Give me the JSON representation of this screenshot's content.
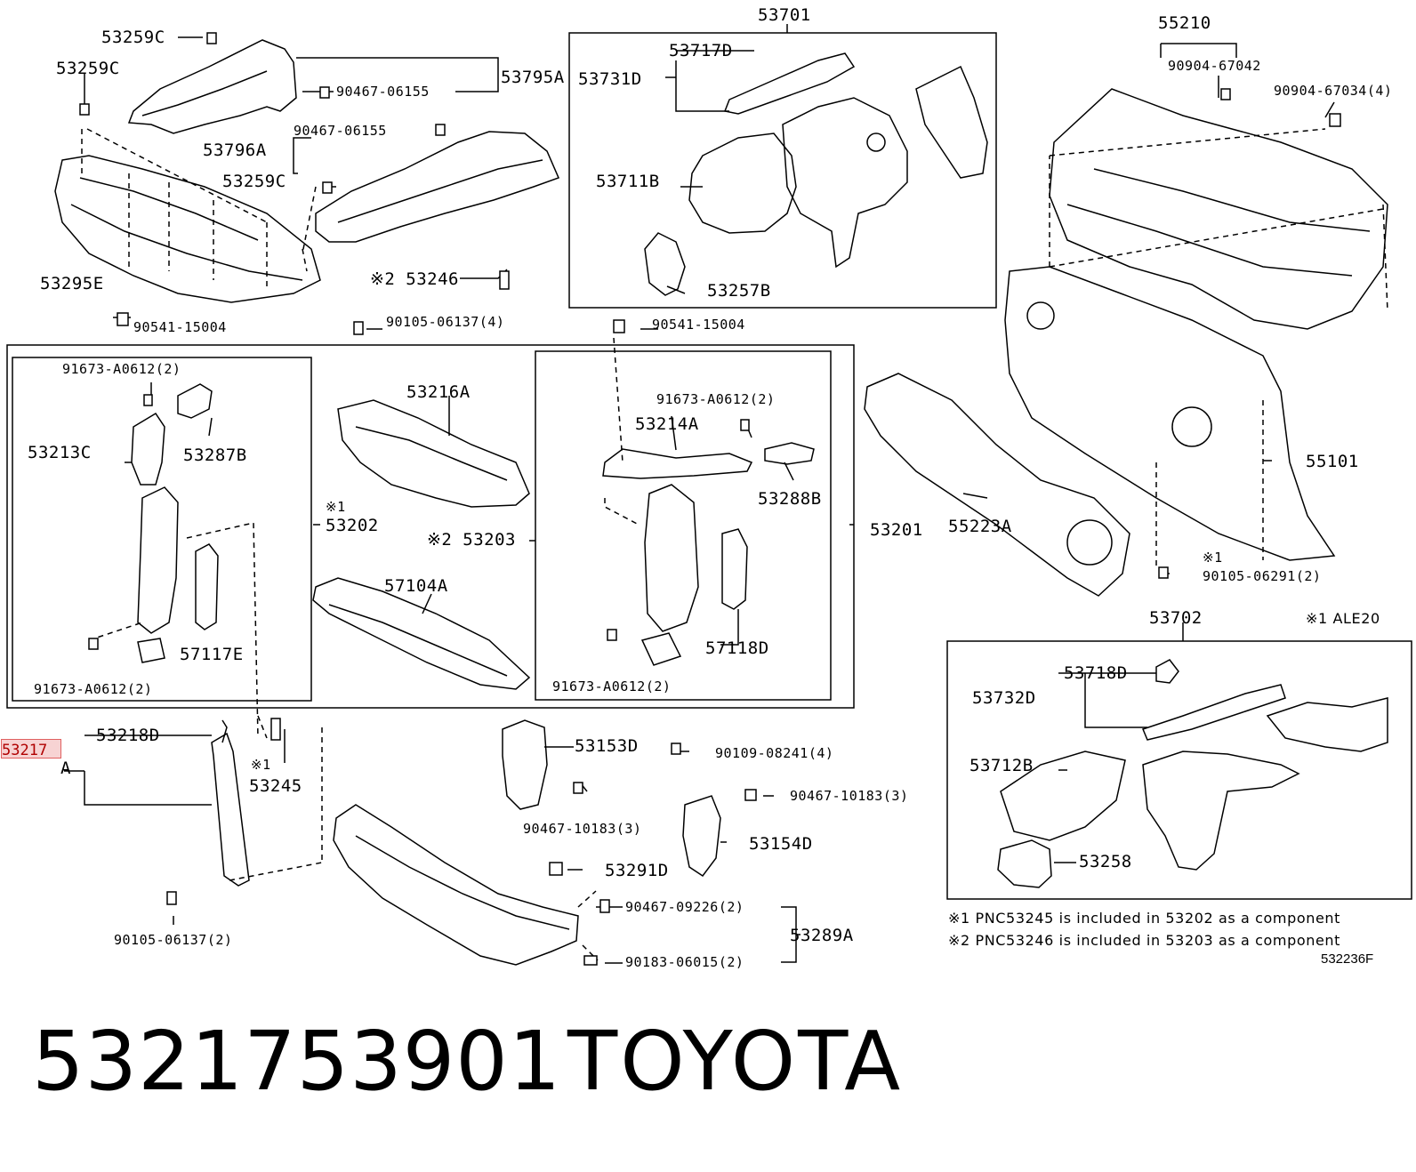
{
  "labels": {
    "l53259c_a": "53259C",
    "l53259c_b": "53259C",
    "l53795a": "53795A",
    "l90467_06155_a": "90467-06155",
    "l90467_06155_b": "90467-06155",
    "l53796a": "53796A",
    "l53259c_c": "53259C",
    "l53295e": "53295E",
    "l53246": "※2 53246",
    "l90541_15004_a": "90541-15004",
    "l90105_06137_4": "90105-06137(4)",
    "l90541_15004_b": "90541-15004",
    "l53701": "53701",
    "l53717d": "53717D",
    "l53731d": "53731D",
    "l53711b": "53711B",
    "l53257b": "53257B",
    "l55210": "55210",
    "l90904_67042": "90904-67042",
    "l90904_67034": "90904-67034(4)",
    "l91673_a0612_a": "91673-A0612(2)",
    "l53213c": "53213C",
    "l53287b": "53287B",
    "l53216a": "53216A",
    "l53202_mark": "※1",
    "l53202": "53202",
    "l53203": "※2 53203",
    "l57104a": "57104A",
    "l57117e": "57117E",
    "l91673_a0612_b": "91673-A0612(2)",
    "l91673_a0612_c": "91673-A0612(2)",
    "l53214a": "53214A",
    "l53288b": "53288B",
    "l57118d": "57118D",
    "l91673_a0612_d": "91673-A0612(2)",
    "l53201": "53201",
    "l55223a": "55223A",
    "l55101": "55101",
    "l90105_06291_mark": "※1",
    "l90105_06291": "90105-06291(2)",
    "l53702": "53702",
    "l_ale20": "※1 ALE20",
    "l53718d": "53718D",
    "l53732d": "53732D",
    "l53712b": "53712B",
    "l53258": "53258",
    "l53218d": "53218D",
    "l53217a_suffix": "A",
    "l53245_mark": "※1",
    "l53245": "53245",
    "l53153d": "53153D",
    "l90109_08241": "90109-08241(4)",
    "l90467_10183_a": "90467-10183(3)",
    "l90467_10183_b": "90467-10183(3)",
    "l53154d": "53154D",
    "l53291d": "53291D",
    "l90467_09226": "90467-09226(2)",
    "l53289a": "53289A",
    "l90183_06015": "90183-06015(2)",
    "l90105_06137_2": "90105-06137(2)"
  },
  "highlight": {
    "text": "53217",
    "color": "#e06060"
  },
  "notes": {
    "note1": "※1 PNC53245 is included in 53202 as a component",
    "note2": "※2 PNC53246 is included in 53203 as a component",
    "code": "532236F"
  },
  "footer": {
    "part_number": "5321753901",
    "brand": "TOYOTA"
  }
}
